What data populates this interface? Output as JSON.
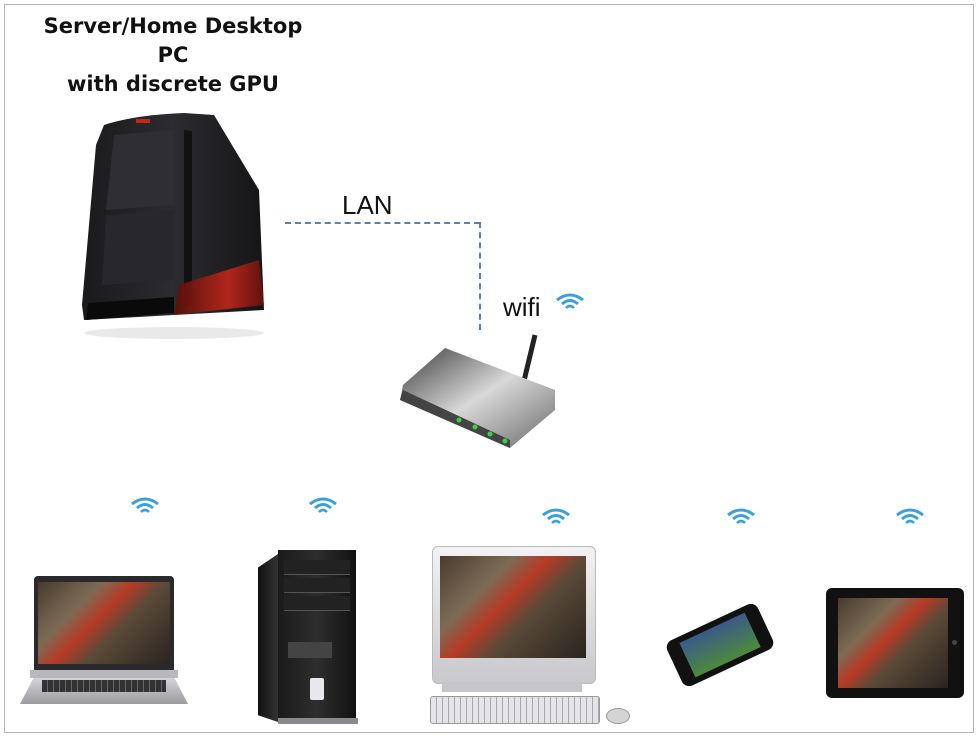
{
  "diagram": {
    "title_lines": [
      "Server/Home Desktop",
      "PC",
      "with discrete GPU"
    ],
    "lan_label": "LAN",
    "wifi_label": "wifi",
    "colors": {
      "border": "#b5b5b5",
      "lan_line": "#5b7fb5",
      "wifi_icon": "#3aa0dc",
      "tower_accent": "#c0281c",
      "router_led": "#3cd04a"
    },
    "nodes": [
      {
        "id": "server",
        "label": "Server/Home Desktop PC with discrete GPU",
        "type": "gaming-tower"
      },
      {
        "id": "router",
        "label": "wifi router",
        "type": "router"
      },
      {
        "id": "client-laptop",
        "type": "laptop"
      },
      {
        "id": "client-tower",
        "type": "desktop-tower"
      },
      {
        "id": "client-allinone",
        "type": "all-in-one-pc"
      },
      {
        "id": "client-phone",
        "type": "smartphone"
      },
      {
        "id": "client-tablet",
        "type": "tablet"
      }
    ],
    "edges": [
      {
        "from": "server",
        "to": "router",
        "label": "LAN",
        "style": "dashed"
      },
      {
        "from": "router",
        "to": "client-laptop",
        "label": "wifi"
      },
      {
        "from": "router",
        "to": "client-tower",
        "label": "wifi"
      },
      {
        "from": "router",
        "to": "client-allinone",
        "label": "wifi"
      },
      {
        "from": "router",
        "to": "client-phone",
        "label": "wifi"
      },
      {
        "from": "router",
        "to": "client-tablet",
        "label": "wifi"
      }
    ]
  }
}
